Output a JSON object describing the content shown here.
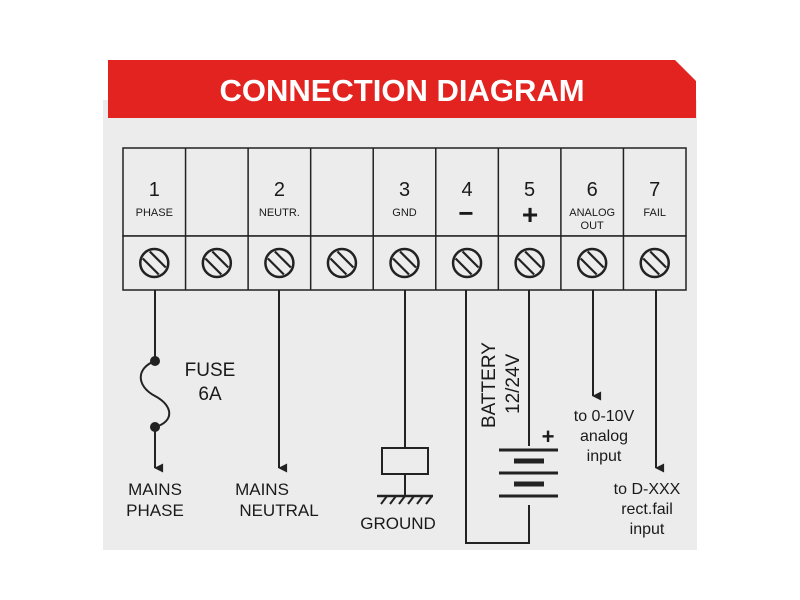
{
  "title": "CONNECTION DIAGRAM",
  "colors": {
    "banner": "#e3231f",
    "panel": "#ececec",
    "line": "#222222",
    "title_text": "#ffffff"
  },
  "terminals": [
    {
      "number": "1",
      "label": "PHASE"
    },
    {
      "number": "",
      "label": ""
    },
    {
      "number": "2",
      "label": "NEUTR."
    },
    {
      "number": "",
      "label": ""
    },
    {
      "number": "3",
      "label": "GND"
    },
    {
      "number": "4",
      "label": ""
    },
    {
      "number": "5",
      "label": ""
    },
    {
      "number": "6",
      "label": "ANALOG",
      "label2": "OUT"
    },
    {
      "number": "7",
      "label": "FAIL"
    }
  ],
  "fuse": {
    "line1": "FUSE",
    "line2": "6A"
  },
  "battery": {
    "line1": "BATTERY",
    "line2": "12/24V",
    "plus": "+"
  },
  "polarity": {
    "minus": "−",
    "plus": "+"
  },
  "destinations": {
    "mains_phase": [
      "MAINS",
      "PHASE"
    ],
    "mains_neutral": [
      "MAINS",
      "NEUTRAL"
    ],
    "ground": "GROUND",
    "analog": [
      "to 0-10V",
      "analog",
      "input"
    ],
    "fail": [
      "to D-XXX",
      "rect.fail",
      "input"
    ]
  }
}
